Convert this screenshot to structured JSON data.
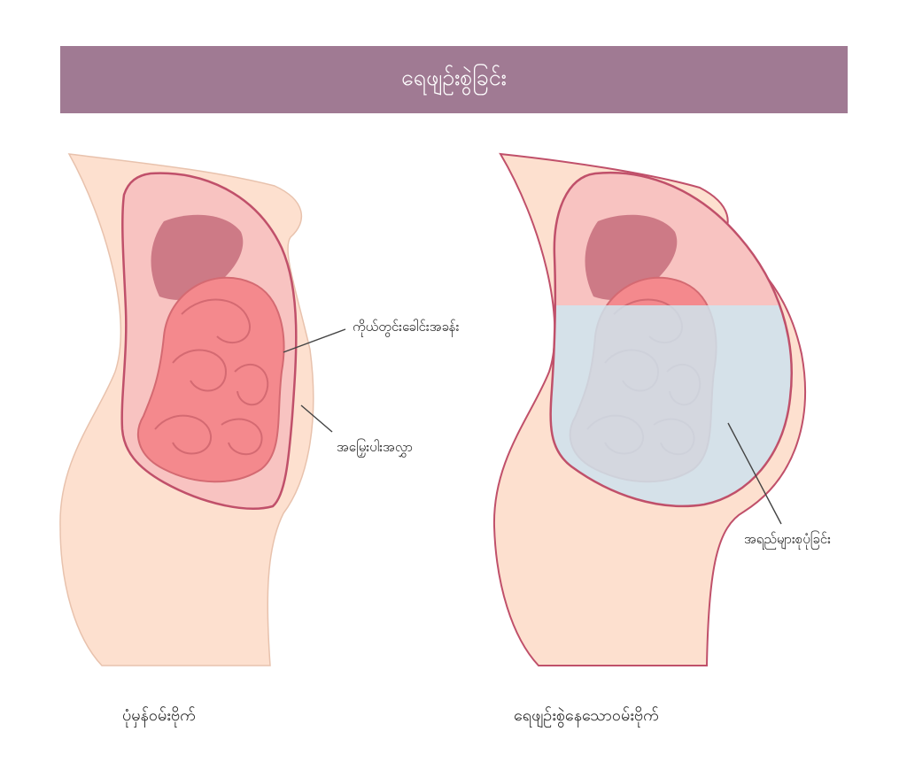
{
  "title": "ရေဖျဉ်းစွဲခြင်း",
  "labels": {
    "abdominal_cavity": "ကိုယ်တွင်းခေါင်းအခန်း",
    "abdominal_wall": "အမြှေးပါးအလွှာ",
    "fluid_accumulation": "အရည်များစုပုံခြင်း"
  },
  "captions": {
    "normal": "ပုံမှန်ဝမ်းဗိုက်",
    "ascites": "ရေဖျဉ်းစွဲနေသောဝမ်းဗိုက်"
  },
  "colors": {
    "banner": "#a07a93",
    "skin": "#fde0cf",
    "outline": "#c0506a",
    "cavity": "#f8c3c1",
    "liver": "#cd7a86",
    "intestines": "#f4898d",
    "fluid": "#cde8f1"
  }
}
